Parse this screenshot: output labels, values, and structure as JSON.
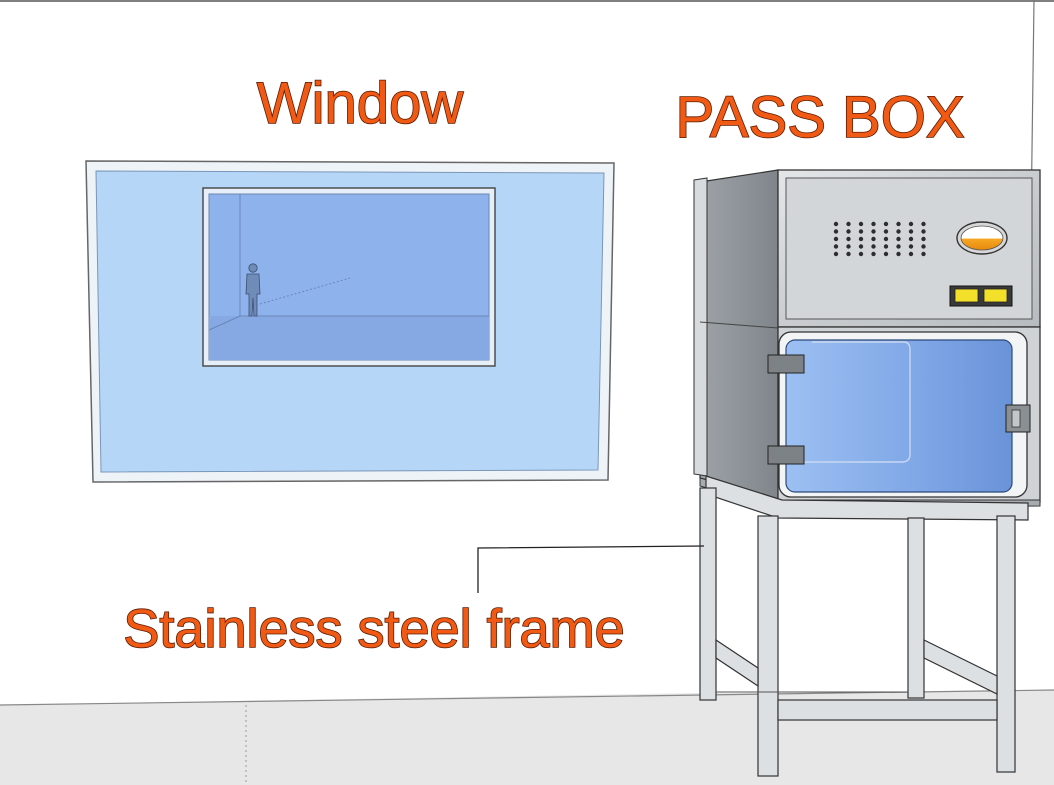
{
  "labels": {
    "window": "Window",
    "pass_box": "PASS BOX",
    "frame": "Stainless steel frame"
  },
  "colors": {
    "label_fill": "#f05a14",
    "glass": "#b6d6f7",
    "glass_inner": "#8fb2ea",
    "steel": "#c4c8cc",
    "wall": "#ffffff",
    "floor": "#e6e6e6"
  }
}
